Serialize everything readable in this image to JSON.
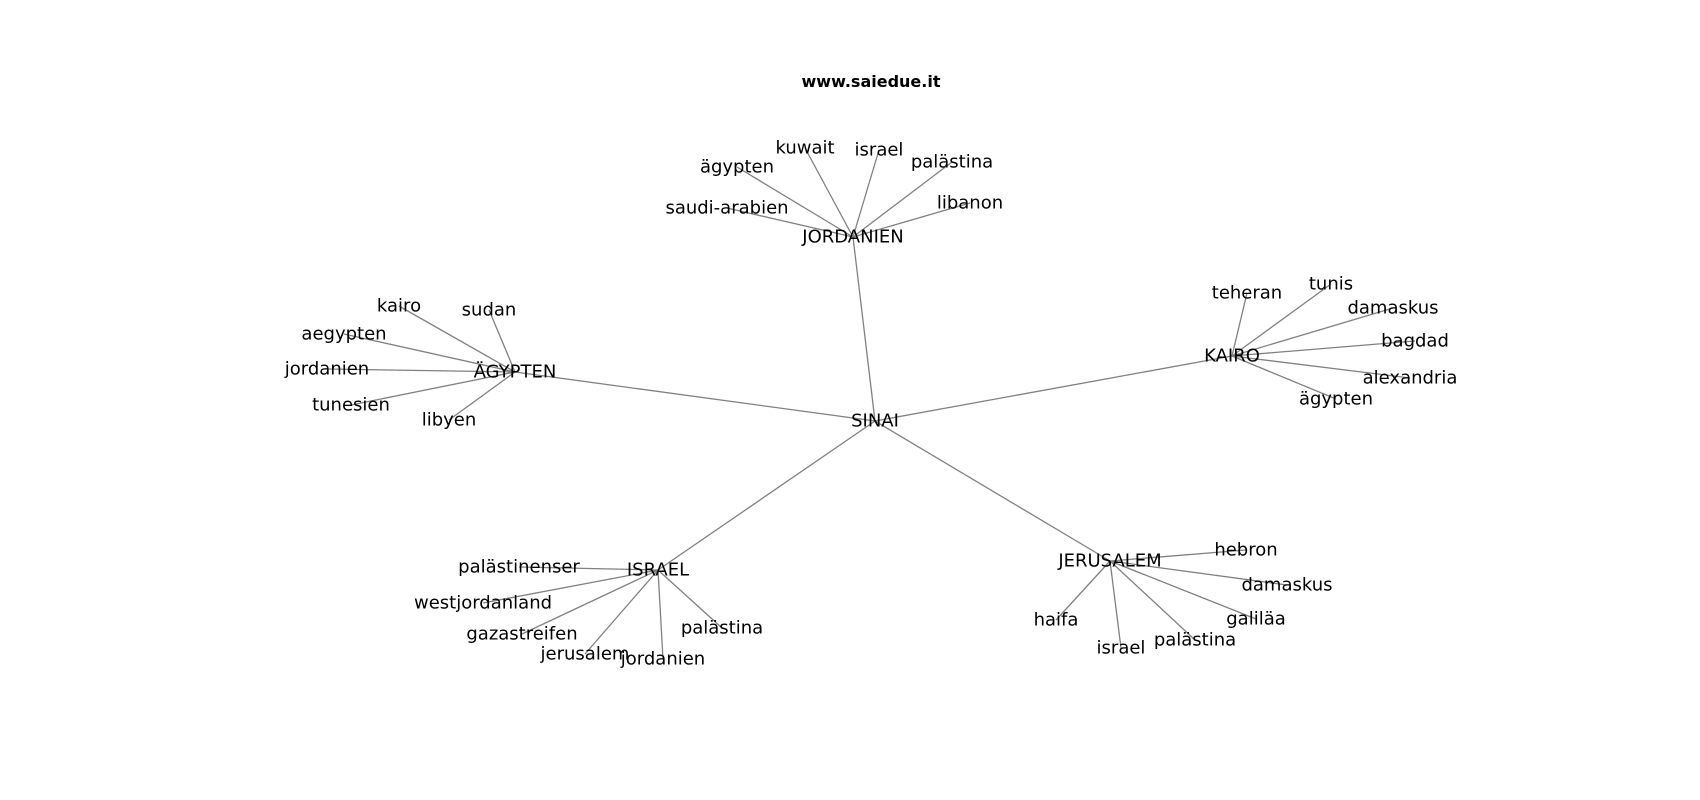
{
  "title": "www.saiedue.it",
  "colors": {
    "edge": "#808080",
    "text": "#000000",
    "background": "#ffffff"
  },
  "graph": {
    "center": {
      "id": "sinai",
      "label": "SINAI"
    },
    "hubs": [
      {
        "id": "jordanien",
        "label": "JORDANIEN",
        "leaves": [
          "kuwait",
          "israel",
          "palästina",
          "ägypten",
          "libanon",
          "saudi-arabien"
        ]
      },
      {
        "id": "aegypten",
        "label": "ÄGYPTEN",
        "leaves": [
          "kairo",
          "sudan",
          "aegypten",
          "jordanien",
          "tunesien",
          "libyen"
        ]
      },
      {
        "id": "kairo",
        "label": "KAIRO",
        "leaves": [
          "teheran",
          "tunis",
          "damaskus",
          "bagdad",
          "alexandria",
          "ägypten"
        ]
      },
      {
        "id": "israel",
        "label": "ISRAEL",
        "leaves": [
          "palästinenser",
          "westjordanland",
          "gazastreifen",
          "palästina",
          "jerusalem",
          "jordanien"
        ]
      },
      {
        "id": "jerusalem",
        "label": "JERUSALEM",
        "leaves": [
          "hebron",
          "damaskus",
          "galiläa",
          "haifa",
          "palästina",
          "israel"
        ]
      }
    ]
  }
}
